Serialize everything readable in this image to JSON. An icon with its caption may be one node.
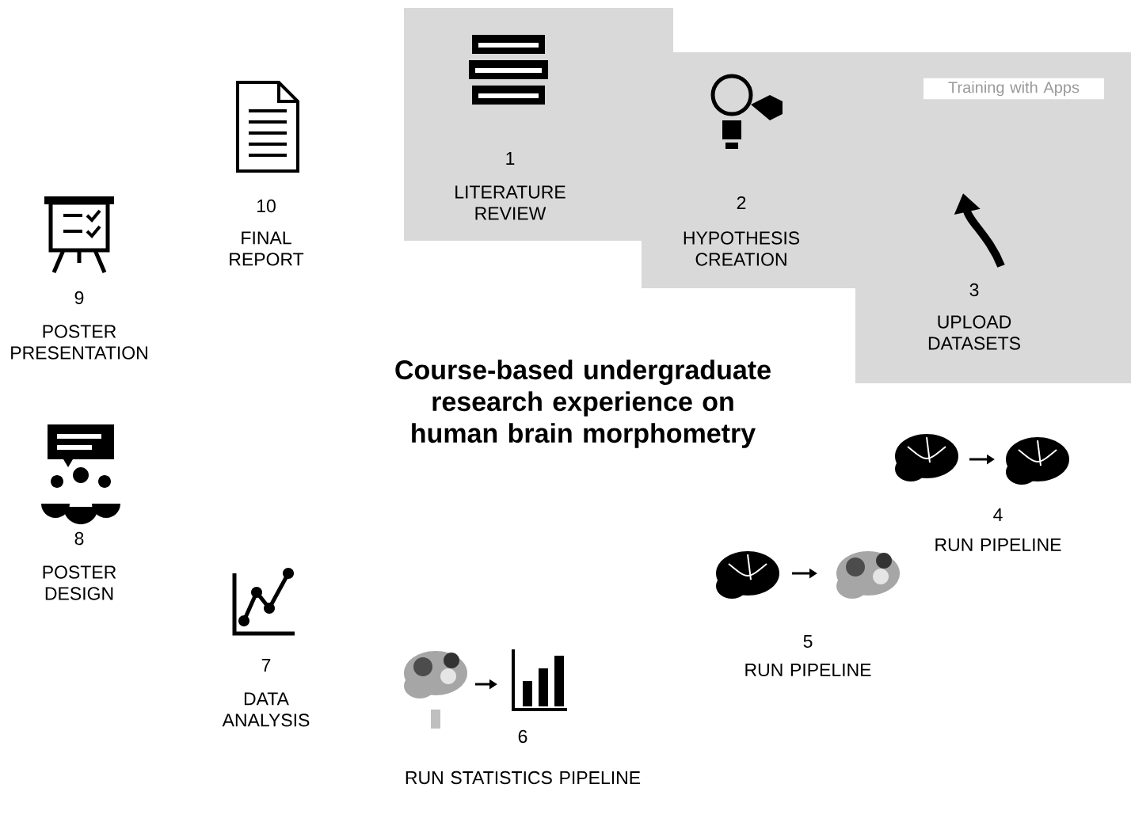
{
  "diagram": {
    "title": "Course-based undergraduate research experience on human brain morphometry",
    "nodes": [
      {
        "text": [
          "Training with Apps"
        ]
      }
    ],
    "labels": [
      "10",
      "FINAL REPORT",
      "1",
      "LITERATURE REVIEW",
      "2",
      "HYPOTHESIS CREATION",
      "9",
      "POSTER PRESENTATION",
      "3",
      "UPLOAD DATASETS",
      "8",
      "POSTER DESIGN",
      "4",
      "RUN PIPELINE",
      "7",
      "DATA ANALYSIS",
      "5",
      "RUN PIPELINE",
      "6",
      "RUN STATISTICS PIPELINE"
    ]
  }
}
